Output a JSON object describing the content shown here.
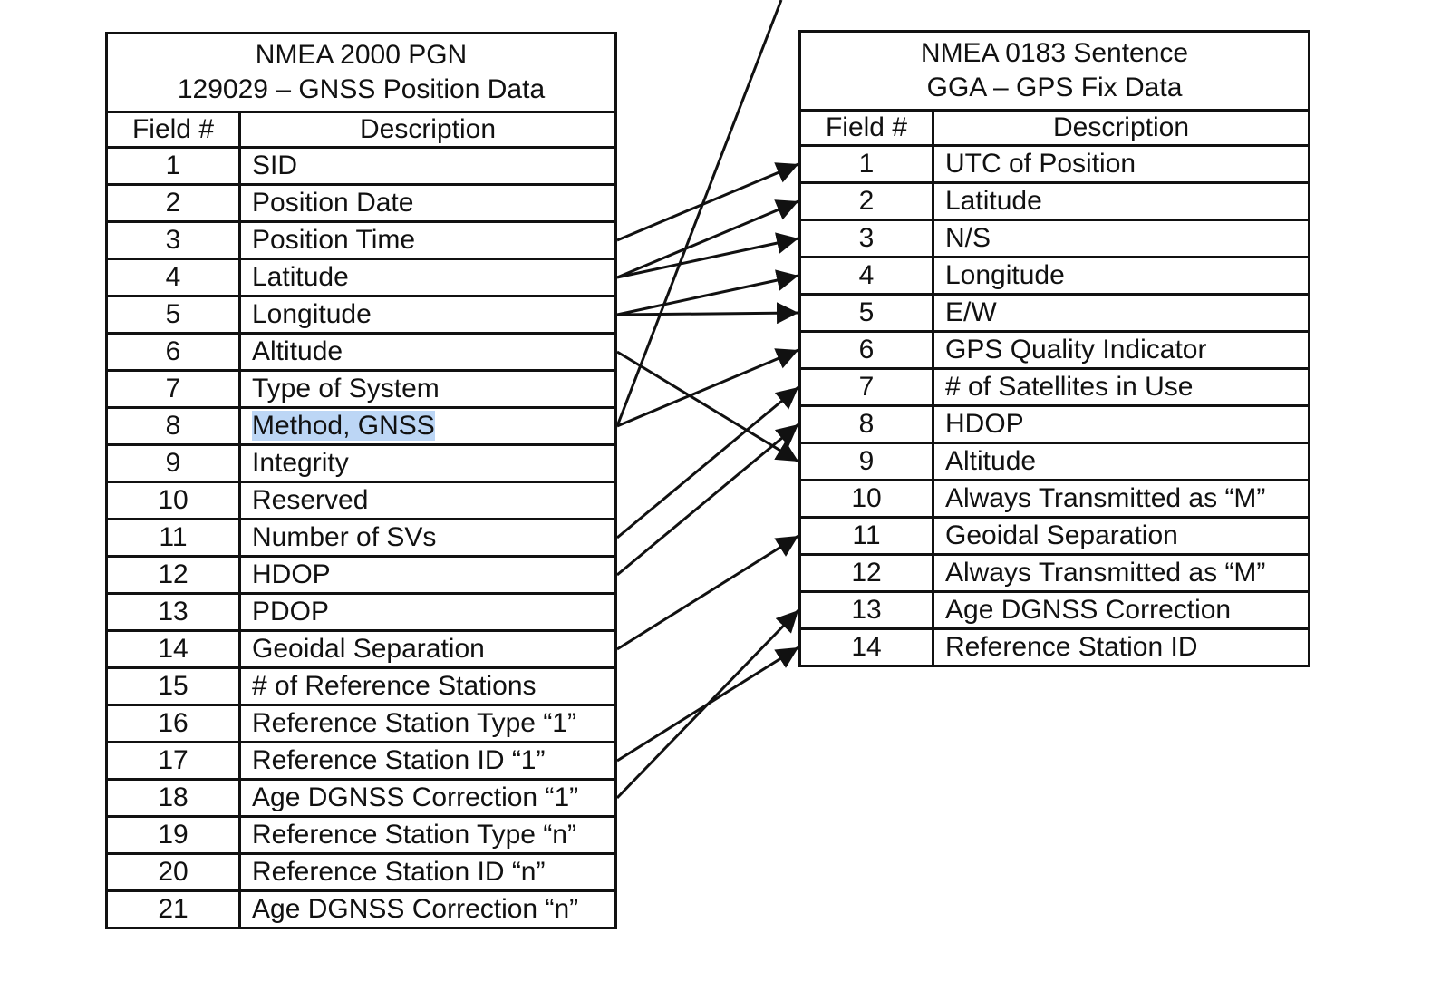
{
  "left_table": {
    "title_line1": "NMEA 2000 PGN",
    "title_line2": "129029 – GNSS Position Data",
    "col_field": "Field #",
    "col_desc": "Description",
    "highlighted_field": 8,
    "rows": [
      {
        "num": "1",
        "desc": "SID"
      },
      {
        "num": "2",
        "desc": "Position Date"
      },
      {
        "num": "3",
        "desc": "Position Time"
      },
      {
        "num": "4",
        "desc": "Latitude"
      },
      {
        "num": "5",
        "desc": "Longitude"
      },
      {
        "num": "6",
        "desc": "Altitude"
      },
      {
        "num": "7",
        "desc": "Type of System"
      },
      {
        "num": "8",
        "desc": "Method, GNSS"
      },
      {
        "num": "9",
        "desc": "Integrity"
      },
      {
        "num": "10",
        "desc": "Reserved"
      },
      {
        "num": "11",
        "desc": "Number of SVs"
      },
      {
        "num": "12",
        "desc": "HDOP"
      },
      {
        "num": "13",
        "desc": "PDOP"
      },
      {
        "num": "14",
        "desc": "Geoidal Separation"
      },
      {
        "num": "15",
        "desc": "# of Reference Stations"
      },
      {
        "num": "16",
        "desc": "Reference Station Type “1”"
      },
      {
        "num": "17",
        "desc": "Reference Station ID “1”"
      },
      {
        "num": "18",
        "desc": "Age DGNSS Correction “1”"
      },
      {
        "num": "19",
        "desc": "Reference Station Type “n”"
      },
      {
        "num": "20",
        "desc": "Reference Station ID “n”"
      },
      {
        "num": "21",
        "desc": "Age DGNSS Correction “n”"
      }
    ]
  },
  "right_table": {
    "title_line1": "NMEA 0183 Sentence",
    "title_line2": "GGA – GPS Fix Data",
    "col_field": "Field #",
    "col_desc": "Description",
    "rows": [
      {
        "num": "1",
        "desc": "UTC of Position"
      },
      {
        "num": "2",
        "desc": "Latitude"
      },
      {
        "num": "3",
        "desc": "N/S"
      },
      {
        "num": "4",
        "desc": "Longitude"
      },
      {
        "num": "5",
        "desc": "E/W"
      },
      {
        "num": "6",
        "desc": "GPS Quality Indicator"
      },
      {
        "num": "7",
        "desc": "# of Satellites in Use"
      },
      {
        "num": "8",
        "desc": "HDOP"
      },
      {
        "num": "9",
        "desc": "Altitude"
      },
      {
        "num": "10",
        "desc": "Always Transmitted as “M”"
      },
      {
        "num": "11",
        "desc": "Geoidal Separation"
      },
      {
        "num": "12",
        "desc": "Always Transmitted as “M”"
      },
      {
        "num": "13",
        "desc": "Age DGNSS Correction"
      },
      {
        "num": "14",
        "desc": "Reference Station ID"
      }
    ]
  },
  "mappings": [
    {
      "from": 3,
      "to": 1
    },
    {
      "from": 4,
      "to": 2
    },
    {
      "from": 4,
      "to": 3
    },
    {
      "from": 5,
      "to": 4
    },
    {
      "from": 5,
      "to": 5
    },
    {
      "from": 6,
      "to": 9
    },
    {
      "from": 8,
      "to": 6
    },
    {
      "from": 11,
      "to": 7
    },
    {
      "from": 12,
      "to": 8
    },
    {
      "from": 14,
      "to": 11
    },
    {
      "from": 17,
      "to": 14
    },
    {
      "from": 18,
      "to": 13
    }
  ],
  "colors": {
    "line": "#111111",
    "highlight": "#bcd6f5"
  }
}
